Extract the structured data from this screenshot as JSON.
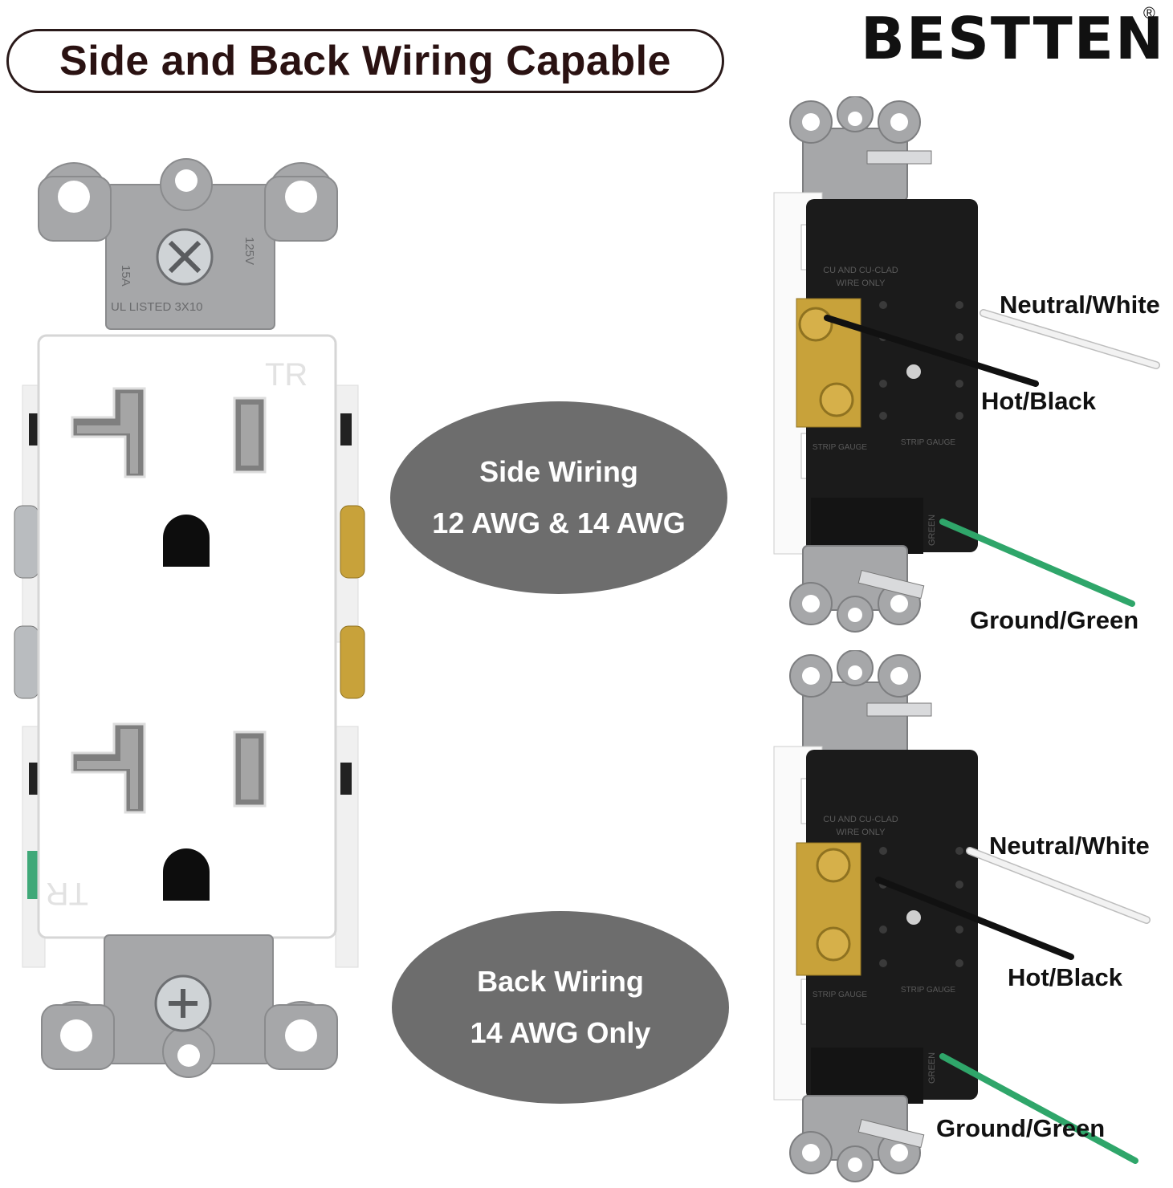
{
  "header": {
    "title": "Side and Back Wiring Capable"
  },
  "brand": {
    "name": "BESTTEN",
    "registered_mark": "®"
  },
  "outlet_markings": {
    "rating_left": "15A",
    "rating_right": "125V",
    "listing": "UL LISTED 3X10",
    "tr_top": "TR",
    "tr_bottom": "TR"
  },
  "side_wiring": {
    "line1": "Side Wiring",
    "line2": "12 AWG & 14 AWG"
  },
  "back_wiring": {
    "line1": "Back Wiring",
    "line2": "14 AWG Only"
  },
  "wire_labels_top": {
    "neutral": "Neutral/White",
    "hot": "Hot/Black",
    "ground": "Ground/Green"
  },
  "wire_labels_bottom": {
    "neutral": "Neutral/White",
    "hot": "Hot/Black",
    "ground": "Ground/Green"
  },
  "back_markings": {
    "conductor_note_1": "CU AND CU-CLAD",
    "conductor_note_2": "WIRE ONLY",
    "strip_gauge": "STRIP GAUGE",
    "ground_text": "GREEN"
  },
  "colors": {
    "oval": "#6d6d6d",
    "neutral_wire": "#e8e8e8",
    "hot_wire": "#111111",
    "ground_wire": "#2fa66a",
    "brass": "#c8a23a",
    "yoke": "#a6a7a9"
  }
}
